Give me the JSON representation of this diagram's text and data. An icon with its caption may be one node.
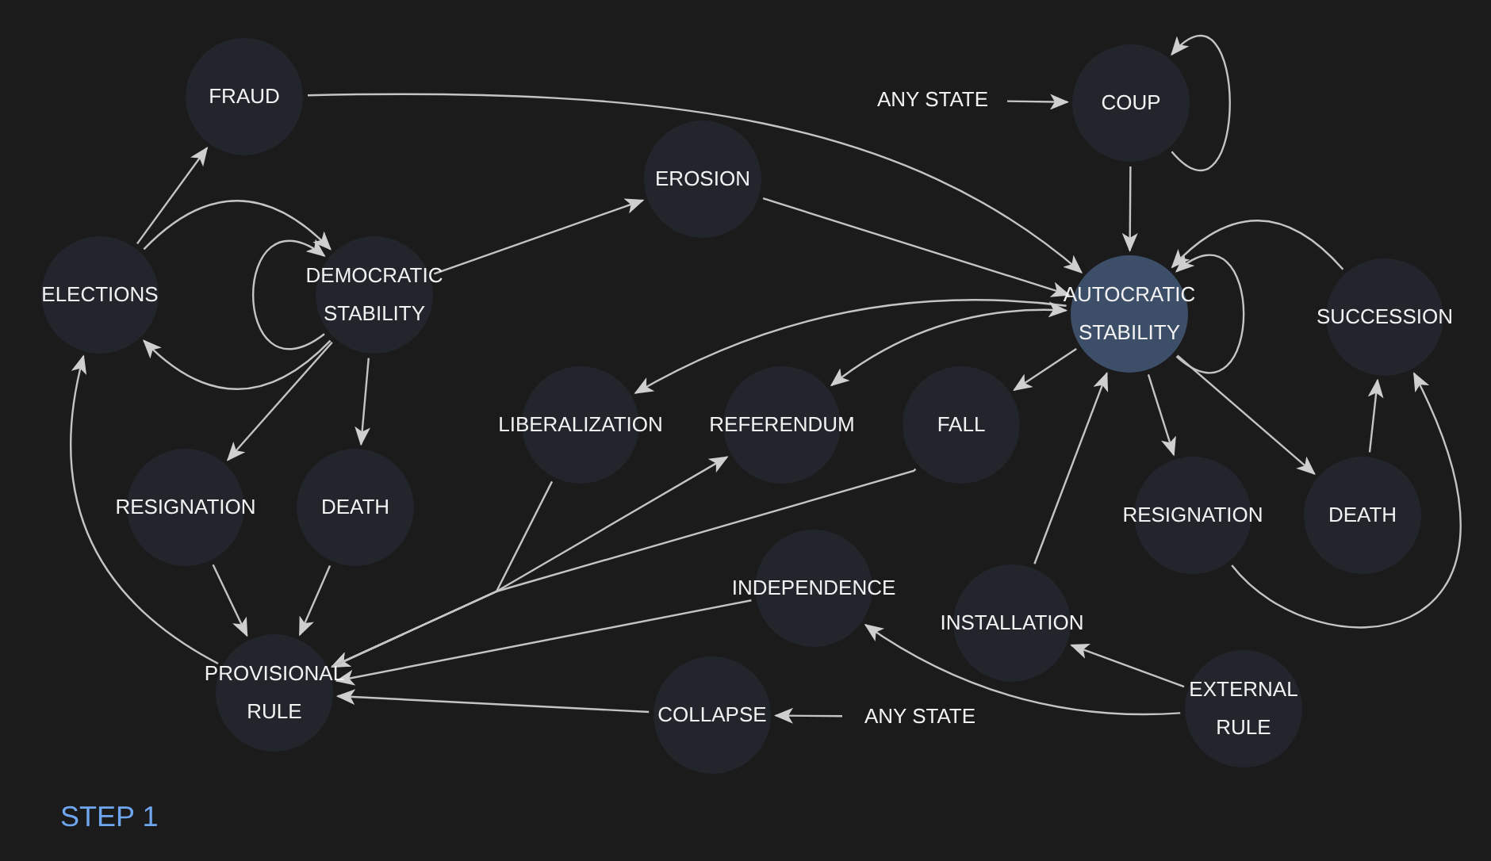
{
  "diagram": {
    "nodes": [
      {
        "text": [
          "FRAUD"
        ]
      },
      {
        "text": [
          "ELECTIONS"
        ]
      },
      {
        "text": [
          "DEMOCRATIC STABILITY"
        ]
      },
      {
        "text": [
          "EROSION"
        ]
      },
      {
        "text": [
          "ANY STATE"
        ]
      },
      {
        "text": [
          "COUP"
        ]
      },
      {
        "text": [
          "AUTOCRATIC STABILITY"
        ]
      },
      {
        "text": [
          "SUCCESSION"
        ]
      },
      {
        "text": [
          "LIBERALIZATION"
        ]
      },
      {
        "text": [
          "REFERENDUM"
        ]
      },
      {
        "text": [
          "FALL"
        ]
      },
      {
        "text": [
          "RESIGNATION"
        ]
      },
      {
        "text": [
          "DEATH"
        ]
      },
      {
        "text": [
          "RESIGNATION"
        ]
      },
      {
        "text": [
          "DEATH"
        ]
      },
      {
        "text": [
          "INDEPENDENCE"
        ]
      },
      {
        "text": [
          "INSTALLATION"
        ]
      },
      {
        "text": [
          "PROVISIONAL RULE"
        ]
      },
      {
        "text": [
          "COLLAPSE"
        ]
      },
      {
        "text": [
          "ANY STATE"
        ]
      },
      {
        "text": [
          "EXTERNAL RULE"
        ]
      }
    ],
    "edges": [
      {
        "from": 1,
        "to": 0,
        "arrow": "to"
      },
      {
        "from": 1,
        "to": 2,
        "arrow": "to"
      },
      {
        "from": 2,
        "to": 2,
        "arrow": "to"
      },
      {
        "from": 2,
        "to": 1,
        "arrow": "to"
      },
      {
        "from": 2,
        "to": 3,
        "arrow": "to"
      },
      {
        "from": 2,
        "to": 11,
        "arrow": "to"
      },
      {
        "from": 2,
        "to": 12,
        "arrow": "to"
      },
      {
        "from": 11,
        "to": 17,
        "arrow": "to"
      },
      {
        "from": 12,
        "to": 17,
        "arrow": "to"
      },
      {
        "from": 17,
        "to": 1,
        "arrow": "to"
      },
      {
        "from": 0,
        "to": 6,
        "arrow": "to"
      },
      {
        "from": 3,
        "to": 6,
        "arrow": "to"
      },
      {
        "from": 4,
        "to": 5,
        "arrow": "to"
      },
      {
        "from": 5,
        "to": 5,
        "arrow": "to"
      },
      {
        "from": 5,
        "to": 6,
        "arrow": "to"
      },
      {
        "from": 6,
        "to": 6,
        "arrow": "to"
      },
      {
        "from": 7,
        "to": 6,
        "arrow": "to"
      },
      {
        "from": 6,
        "to": 8,
        "arrow": "to"
      },
      {
        "from": 6,
        "to": 9,
        "arrow": "both"
      },
      {
        "from": 6,
        "to": 10,
        "arrow": "to"
      },
      {
        "from": 6,
        "to": 13,
        "arrow": "to"
      },
      {
        "from": 6,
        "to": 14,
        "arrow": "to"
      },
      {
        "from": 14,
        "to": 7,
        "arrow": "to"
      },
      {
        "from": 13,
        "to": 7,
        "arrow": "to"
      },
      {
        "from": 16,
        "to": 6,
        "arrow": "to"
      },
      {
        "from": 10,
        "to": 17,
        "arrow": "to"
      },
      {
        "from": 8,
        "to": 17,
        "arrow": "to"
      },
      {
        "from": 17,
        "to": 9,
        "arrow": "to"
      },
      {
        "from": 15,
        "to": 17,
        "arrow": "to"
      },
      {
        "from": 18,
        "to": 17,
        "arrow": "to"
      },
      {
        "from": 19,
        "to": 18,
        "arrow": "to"
      },
      {
        "from": 20,
        "to": 16,
        "arrow": "to"
      },
      {
        "from": 20,
        "to": 15,
        "arrow": "to"
      }
    ],
    "labels": [
      "STEP 1"
    ]
  }
}
